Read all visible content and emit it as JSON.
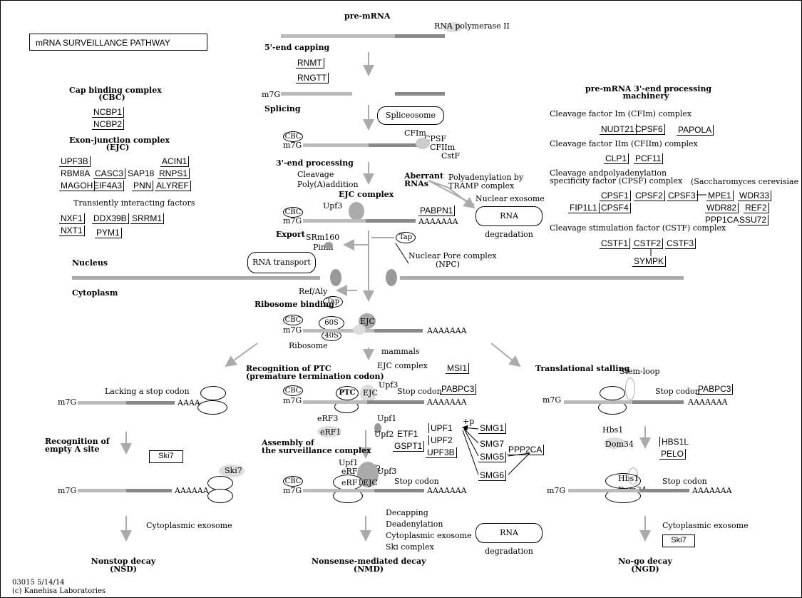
{
  "title": "mRNA SURVEILLANCE PATHWAY",
  "footer": {
    "id_date": "03015 5/14/14",
    "copyright": "(c) Kanehisa Laboratories"
  },
  "compartments": {
    "nucleus": "Nucleus",
    "cytoplasm": "Cytoplasm"
  },
  "center": {
    "pre_mrna": "pre-mRNA",
    "rna_pol": "RNA polymerase II",
    "capping": "5'-end capping",
    "splicing": "Splicing",
    "spliceosome": "Spliceosome",
    "end3_processing": "3'-end processing",
    "cleavage": "Cleavage",
    "polya": "Poly(A)addition",
    "ejc_complex": "EJC complex",
    "export": "Export",
    "srm160": "SRm160",
    "pinin": "Pinin",
    "rna_transport": "RNA transport",
    "npc": "Nuclear Pore complex",
    "npc2": "(NPC)",
    "ref_aly": "Ref/Aly",
    "tap": "Tap",
    "ribosome_binding": "Ribosome binding",
    "ribosome": "Ribosome",
    "s60": "60S",
    "s40": "40S",
    "mammals": "mammals",
    "ejc_complex2": "EJC complex",
    "aberrant": "Aberrant",
    "rnas": "RNAs",
    "polyadenylation": "Polyadenylation by",
    "tramp": "TRAMP complex",
    "nuclear_exosome": "Nuclear exosome",
    "rna_degradation": "RNA degradation",
    "cfim": "CFIm",
    "cpsf": "CPSF",
    "cfiim": "CFIIm",
    "cstf": "CstF",
    "upf3": "Upf3",
    "cbc": "CBC",
    "m7g": "m7G",
    "aaaa": "AAAAAAA",
    "ejc": "EJC"
  },
  "left_panel": {
    "cbc_title1": "Cap binding complex",
    "cbc_title2": "(CBC)",
    "ejc_title1": "Exon-junction complex",
    "ejc_title2": "(EJC)",
    "transient": "Transiently interacting factors"
  },
  "right_panel": {
    "title1": "pre-mRNA 3'-end processing",
    "title2": "machinery",
    "cfim": "Cleavage factor Im (CFIm) complex",
    "cfiim": "Cleavage factor IIm (CFIIm) complex",
    "cpsf1": "Cleavage andpolyadenylation",
    "cpsf2": "specificity factor (CPSF) complex",
    "yeast": "(Saccharomyces cerevisiae )",
    "cstf": "Cleavage stimulation factor (CSTF) complex"
  },
  "branches": {
    "lacking_stop": "Lacking a stop codon",
    "recog_ptc1": "Recognition of PTC",
    "recog_ptc2": "(premature termination codon)",
    "translational_stalling": "Translational stalling",
    "stem_loop": "Stem-loop",
    "stop_codon": "Stop codon",
    "ptc": "PTC",
    "recog_empty1": "Recognition of",
    "recog_empty2": "empty A site",
    "assembly1": "Assembly of",
    "assembly2": "the surveillance complex",
    "erf3": "eRF3",
    "erf1": "eRF1",
    "upf1": "Upf1",
    "upf2": "Upf2",
    "plus_p": "+p",
    "hbs1": "Hbs1",
    "dom34": "Dom34",
    "aaaaaa": "AAAAAA",
    "aaaa4": "AAAA",
    "cyto_exosome": "Cytoplasmic exosome",
    "decapping": "Decapping",
    "deadenylation": "Deadenylation",
    "cyto_exosome2": "Cytoplasmic exosome",
    "ski_complex": "Ski complex",
    "rna_deg": "RNA degradation",
    "nsd1": "Nonstop decay",
    "nsd2": "(NSD)",
    "nmd1": "Nonsense-mediated decay",
    "nmd2": "(NMD)",
    "ngd1": "No-go decay",
    "ngd2": "(NGD)"
  },
  "genes": {
    "RNMT": "RNMT",
    "RNGTT": "RNGTT",
    "NCBP1": "NCBP1",
    "NCBP2": "NCBP2",
    "UPF3B": "UPF3B",
    "ACIN1": "ACIN1",
    "RBM8A": "RBM8A",
    "CASC3": "CASC3",
    "SAP18": "SAP18",
    "RNPS1": "RNPS1",
    "MAGOH": "MAGOH",
    "EIF4A3": "EIF4A3",
    "PNN": "PNN",
    "ALYREF": "ALYREF",
    "NXF1": "NXF1",
    "DDX39B": "DDX39B",
    "SRRM1": "SRRM1",
    "NXT1": "NXT1",
    "PYM1": "PYM1",
    "PABPN1": "PABPN1",
    "NUDT21": "NUDT21",
    "CPSF6": "CPSF6",
    "PAPOLA": "PAPOLA",
    "CLP1": "CLP1",
    "PCF11": "PCF11",
    "CPSF1": "CPSF1",
    "CPSF2": "CPSF2",
    "CPSF3": "CPSF3",
    "FIP1L1": "FIP1L1",
    "CPSF4": "CPSF4",
    "MPE1": "MPE1",
    "WDR33": "WDR33",
    "WDR82": "WDR82",
    "REF2": "REF2",
    "PPP1CA": "PPP1CA",
    "SSU72": "SSU72",
    "CSTF1": "CSTF1",
    "CSTF2": "CSTF2",
    "CSTF3": "CSTF3",
    "SYMPK": "SYMPK",
    "MSI1": "MSI1",
    "PABPC3a": "PABPC3",
    "PABPC3b": "PABPC3",
    "ETF1": "ETF1",
    "GSPT1": "GSPT1",
    "UPF1": "UPF1",
    "UPF2": "UPF2",
    "UPF3B2": "UPF3B",
    "SMG1": "SMG1",
    "SMG7": "SMG7",
    "SMG5": "SMG5",
    "PPP2CA": "PPP2CA",
    "SMG6": "SMG6",
    "HBS1L": "HBS1L",
    "PELO": "PELO",
    "Ski7a": "Ski7",
    "Ski7b": "Ski7",
    "Ski7c": "Ski7"
  }
}
